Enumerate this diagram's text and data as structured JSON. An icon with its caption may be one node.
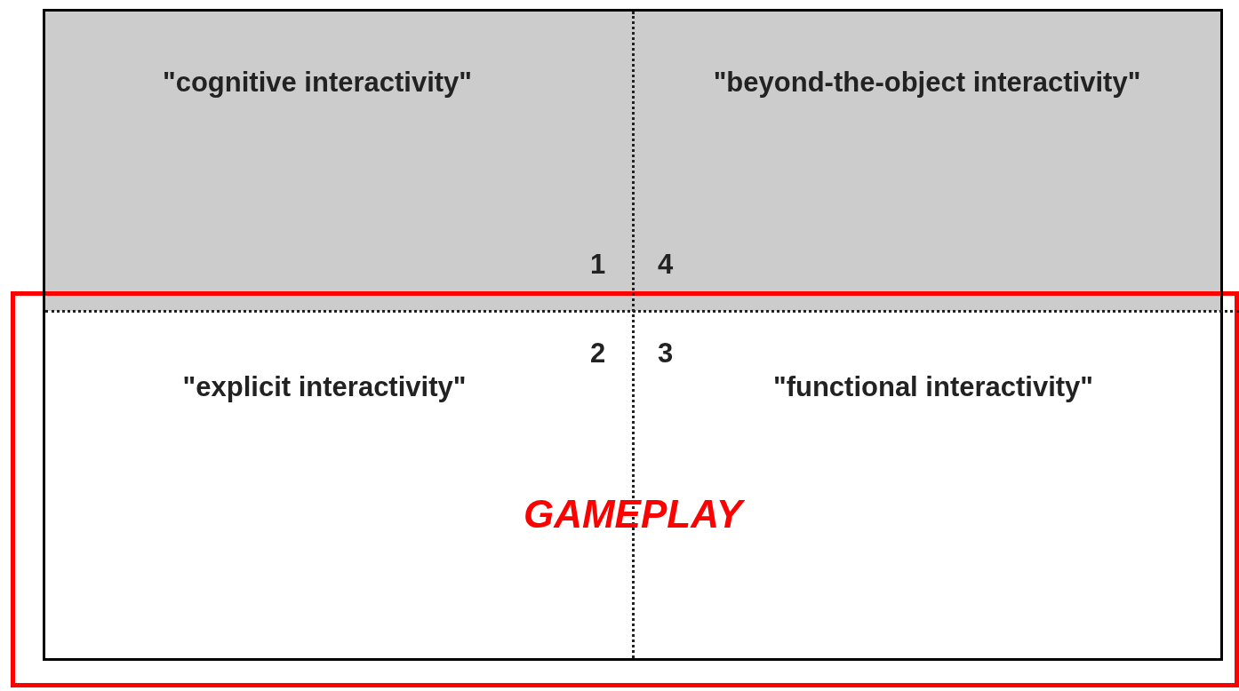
{
  "diagram": {
    "nodes": [
      {
        "text": [
          "\"cognitive interactivity\"",
          "1"
        ]
      },
      {
        "text": [
          "\"beyond-the-object interactivity\"",
          "4"
        ]
      },
      {
        "text": [
          "GAMEPLAY"
        ]
      },
      {
        "text": [
          "\"explicit interactivity\"",
          "2"
        ],
        "in": 2
      },
      {
        "text": [
          "\"functional interactivity\"",
          "3"
        ],
        "in": 2
      }
    ]
  }
}
